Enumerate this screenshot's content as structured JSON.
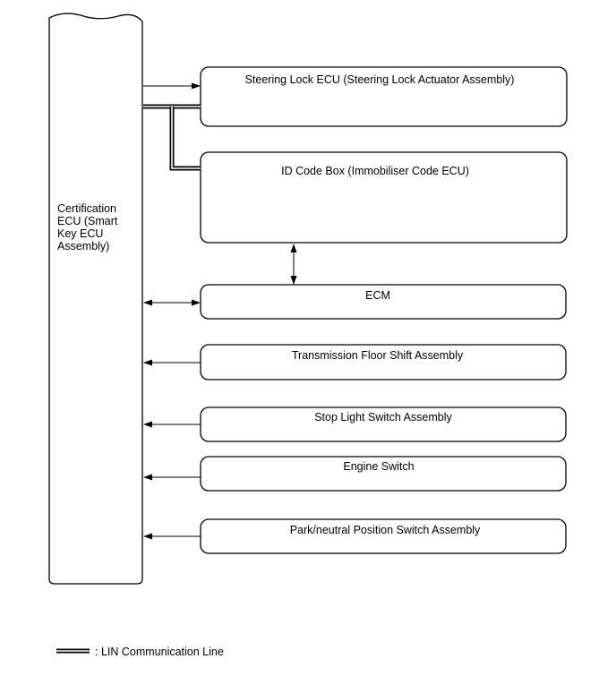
{
  "main_unit": {
    "label": "Certification ECU (Smart Key ECU Assembly)"
  },
  "boxes": [
    {
      "id": "steering-lock",
      "label": "Steering Lock ECU (Steering Lock Actuator Assembly)"
    },
    {
      "id": "id-code-box",
      "label": "ID Code Box (Immobiliser Code ECU)"
    },
    {
      "id": "ecm",
      "label": "ECM"
    },
    {
      "id": "transmission",
      "label": "Transmission Floor Shift Assembly"
    },
    {
      "id": "stop-light",
      "label": "Stop Light Switch Assembly"
    },
    {
      "id": "engine-switch",
      "label": "Engine Switch"
    },
    {
      "id": "park-neutral",
      "label": "Park/neutral Position Switch Assembly"
    }
  ],
  "legend": {
    "text": ": LIN Communication Line"
  }
}
